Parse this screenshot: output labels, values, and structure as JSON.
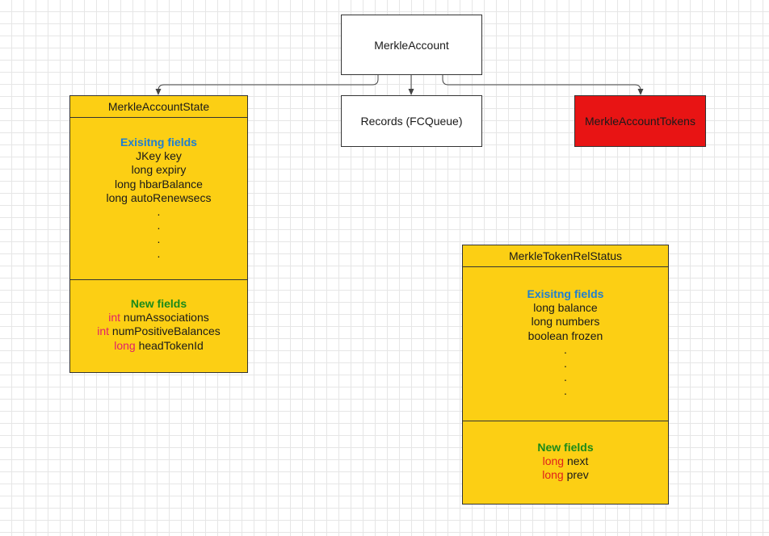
{
  "root": {
    "label": "MerkleAccount"
  },
  "records": {
    "label": "Records (FCQueue)"
  },
  "tokens": {
    "label": "MerkleAccountTokens"
  },
  "account_state": {
    "title": "MerkleAccountState",
    "existing_heading": "Exisitng fields",
    "existing_fields": [
      "JKey key",
      "long expiry",
      "long hbarBalance",
      "long autoRenewsecs",
      ".",
      ".",
      ".",
      "."
    ],
    "new_heading": "New fields",
    "new_fields": [
      {
        "type": "int",
        "name": "numAssociations"
      },
      {
        "type": "int",
        "name": "numPositiveBalances"
      },
      {
        "type": "long",
        "name": "headTokenId"
      }
    ]
  },
  "token_rel_status": {
    "title": "MerkleTokenRelStatus",
    "existing_heading": "Exisitng fields",
    "existing_fields": [
      "long balance",
      "long numbers",
      "boolean frozen",
      ".",
      ".",
      ".",
      "."
    ],
    "new_heading": "New fields",
    "new_fields": [
      {
        "type": "long",
        "name": "next"
      },
      {
        "type": "long",
        "name": "prev"
      }
    ]
  },
  "colors": {
    "class_fill": "#fccf14",
    "tokens_fill": "#e81414",
    "existing_heading": "#1f7fd0",
    "new_heading": "#1a8a1a",
    "type_keyword_state": "#e0206a",
    "type_keyword_rel": "#e0201c"
  }
}
